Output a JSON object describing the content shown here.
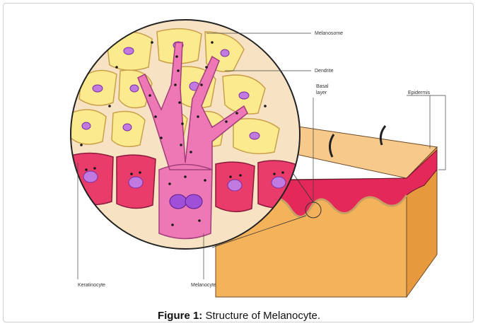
{
  "diagram": {
    "labels": {
      "melanosome": "Melanosome",
      "dendrite": "Dendrite",
      "basal_line1": "Basal",
      "basal_line2": "layer",
      "epidermis": "Epidermis",
      "keratinocyte": "Keratinocyte",
      "melanocyte": "Melanocyte"
    },
    "colors": {
      "circle_fill": "#f7e3c4",
      "keratinocyte_upper": "#fcea8e",
      "keratinocyte_basal": "#ea3c6b",
      "melanocyte": "#ee78b5",
      "nucleus": "#a050d8",
      "skin_top": "#f7c98a",
      "skin_side": "#f4b25a",
      "epidermis_band": "#e4285a"
    }
  },
  "caption": {
    "label": "Figure 1:",
    "text": " Structure of Melanocyte."
  }
}
